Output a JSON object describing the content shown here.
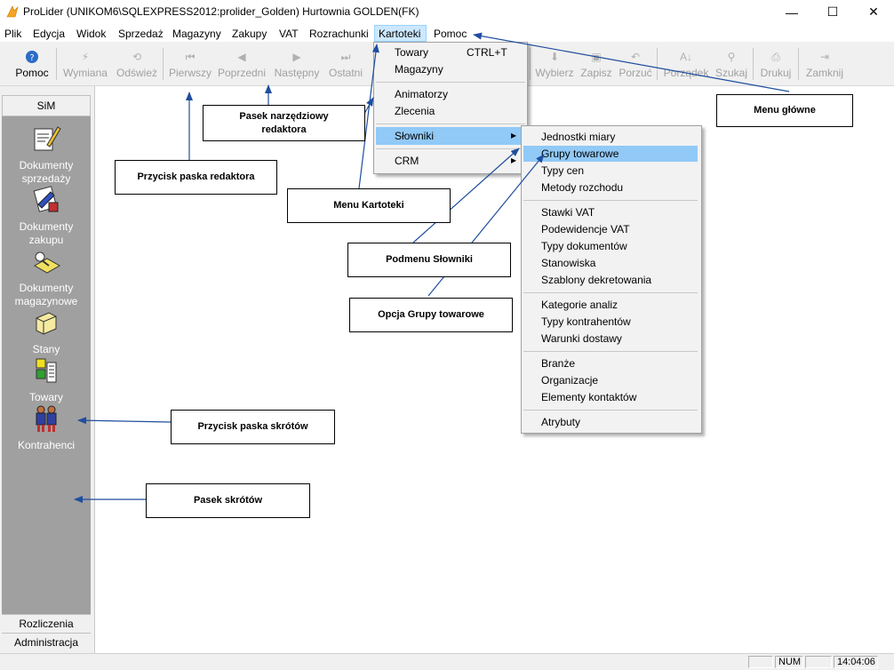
{
  "window": {
    "title": "ProLider  (UNIKOM6\\SQLEXPRESS2012:prolider_Golden) Hurtownia GOLDEN(FK)",
    "min_glyph": "—",
    "max_glyph": "☐",
    "close_glyph": "✕"
  },
  "menubar": [
    "Plik",
    "Edycja",
    "Widok",
    "Sprzedaż",
    "Magazyny",
    "Zakupy",
    "VAT",
    "Rozrachunki",
    "Kartoteki",
    "Pomoc"
  ],
  "toolbar": {
    "pomoc": "Pomoc",
    "wymiana": "Wymiana",
    "odswiez": "Odśwież",
    "pierwszy": "Pierwszy",
    "poprzedni": "Poprzedni",
    "nastepny": "Następny",
    "ostatni": "Ostatni",
    "wybierz": "Wybierz",
    "zapisz": "Zapisz",
    "porzuc": "Porzuć",
    "porzadek": "Porządek",
    "szukaj": "Szukaj",
    "drukuj": "Drukuj",
    "zamknij": "Zamknij"
  },
  "sidebar": {
    "header": "SiM",
    "shortcuts": [
      {
        "l1": "Dokumenty",
        "l2": "sprzedaży"
      },
      {
        "l1": "Dokumenty",
        "l2": "zakupu"
      },
      {
        "l1": "Dokumenty",
        "l2": "magazynowe"
      },
      {
        "l1": "Stany",
        "l2": ""
      },
      {
        "l1": "Towary",
        "l2": ""
      },
      {
        "l1": "Kontrahenci",
        "l2": ""
      }
    ],
    "rozliczenia": "Rozliczenia",
    "administracja": "Administracja"
  },
  "kartoteki_menu": {
    "towary": "Towary",
    "towary_shortcut": "CTRL+T",
    "magazyny": "Magazyny",
    "animatorzy": "Animatorzy",
    "zlecenia": "Zlecenia",
    "slowniki": "Słowniki",
    "crm": "CRM",
    "submenu_arrow": "▸"
  },
  "slowniki_submenu": [
    "Jednostki miary",
    "Grupy towarowe",
    "Typy cen",
    "Metody rozchodu",
    "Stawki VAT",
    "Podewidencje VAT",
    "Typy dokumentów",
    "Stanowiska",
    "Szablony dekretowania",
    "Kategorie analiz",
    "Typy kontrahentów",
    "Warunki dostawy",
    "Branże",
    "Organizacje",
    "Elementy kontaktów",
    "Atrybuty"
  ],
  "annotations": {
    "menu_glowne": "Menu główne",
    "pasek_narzedziowy_l1": "Pasek narzędziowy",
    "pasek_narzedziowy_l2": "redaktora",
    "przycisk_paska_redaktora": "Przycisk paska redaktora",
    "menu_kartoteki": "Menu Kartoteki",
    "podmenu_slowniki": "Podmenu Słowniki",
    "opcja_grupy": "Opcja Grupy towarowe",
    "przycisk_paska_skrotow": "Przycisk paska skrótów",
    "pasek_skrotow": "Pasek skrótów"
  },
  "statusbar": {
    "num": "NUM",
    "time": "14:04:06"
  },
  "colors": {
    "arrow": "#1f4e9e",
    "highlight": "#91c9f7",
    "shortcut_panel": "#a0a0a0"
  }
}
